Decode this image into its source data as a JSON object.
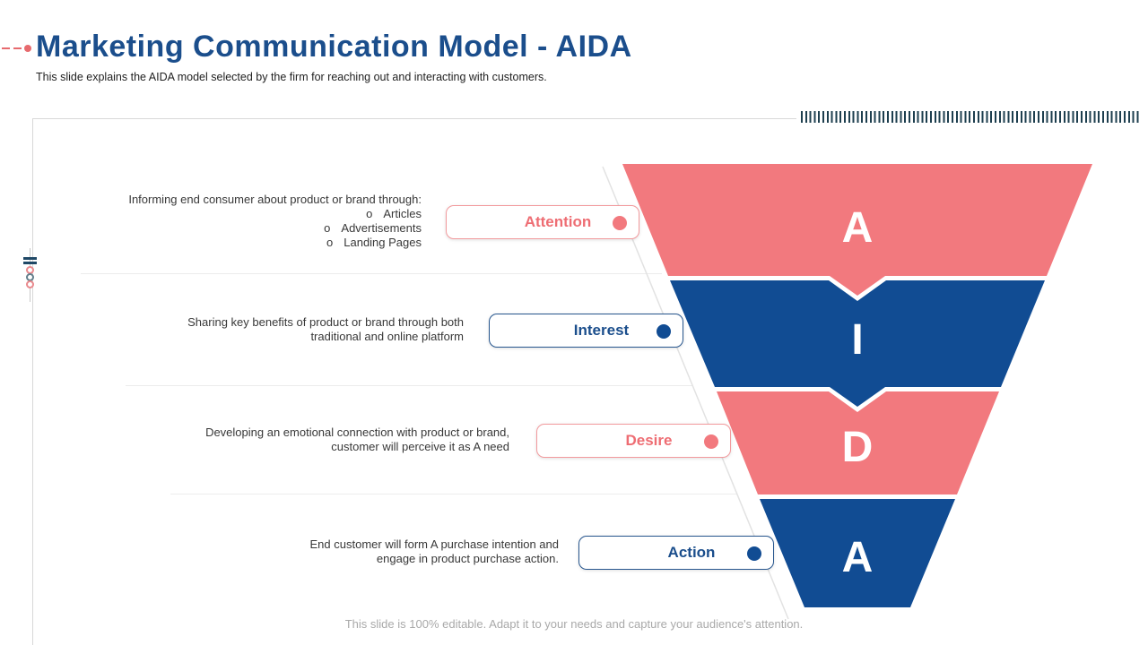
{
  "header": {
    "title": "Marketing Communication Model - AIDA",
    "subtitle": "This slide explains the AIDA model selected by the firm for reaching out and interacting with customers."
  },
  "stages": [
    {
      "letter": "A",
      "label": "Attention",
      "theme": "pink",
      "description": "Informing end consumer about product or brand through:",
      "bullets": [
        "Articles",
        "Advertisements",
        "Landing Pages"
      ]
    },
    {
      "letter": "I",
      "label": "Interest",
      "theme": "blue",
      "description": "Sharing key benefits of product or brand through both traditional and online platform"
    },
    {
      "letter": "D",
      "label": "Desire",
      "theme": "pink",
      "description": "Developing an emotional connection with product or brand, customer will perceive it as A need"
    },
    {
      "letter": "A",
      "label": "Action",
      "theme": "blue",
      "description": "End customer will form A purchase intention and engage in product purchase action."
    }
  ],
  "decor": {
    "bullet_marker": "o"
  },
  "colors": {
    "pink": "#f2797e",
    "blue": "#114c93",
    "title_blue": "#1b4e8c",
    "tick": "#1e3f4f",
    "guide_line": "#e2e2e2"
  },
  "footer": {
    "note": "This slide is 100% editable. Adapt it to your needs and capture your audience's attention."
  }
}
